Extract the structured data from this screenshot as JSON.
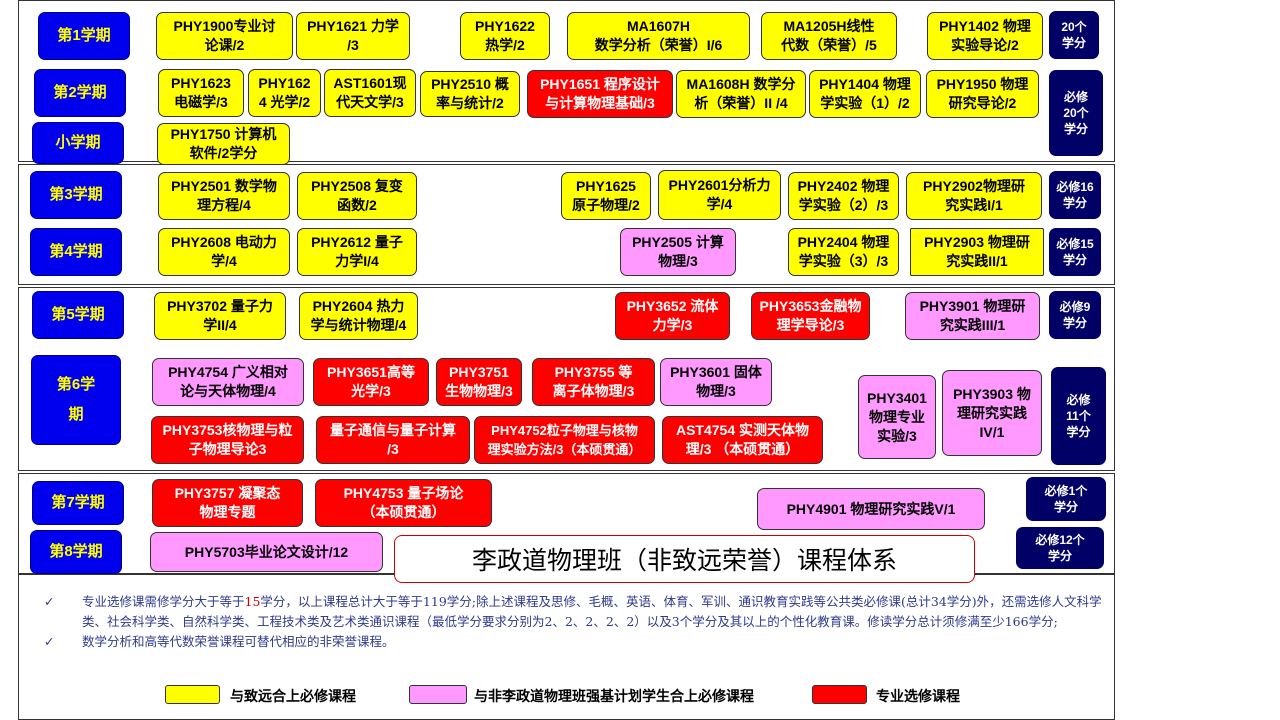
{
  "semesters": [
    {
      "id": "s1",
      "label": "第1学期"
    },
    {
      "id": "s2",
      "label": "第2学期"
    },
    {
      "id": "ss",
      "label": "小学期"
    },
    {
      "id": "s3",
      "label": "第3学期"
    },
    {
      "id": "s4",
      "label": "第4学期"
    },
    {
      "id": "s5",
      "label": "第5学期"
    },
    {
      "id": "s6",
      "label": "第6学\n期"
    },
    {
      "id": "s7",
      "label": "第7学期"
    },
    {
      "id": "s8",
      "label": "第8学期"
    }
  ],
  "credits": [
    {
      "id": "c1",
      "label": "20个\n学分"
    },
    {
      "id": "c2",
      "label": "必修\n20个\n学分"
    },
    {
      "id": "c3",
      "label": "必修16\n学分"
    },
    {
      "id": "c4",
      "label": "必修15\n学分"
    },
    {
      "id": "c5",
      "label": "必修9\n学分"
    },
    {
      "id": "c6",
      "label": "必修\n11个\n学分"
    },
    {
      "id": "c7",
      "label": "必修1个\n学分"
    },
    {
      "id": "c8",
      "label": "必修12个\n学分"
    }
  ],
  "courses": [
    {
      "id": "k1",
      "cat": "y",
      "label": "PHY1900专业讨\n论课/2"
    },
    {
      "id": "k2",
      "cat": "y",
      "label": "PHY1621 力学\n/3"
    },
    {
      "id": "k3",
      "cat": "y",
      "label": "PHY1622\n热学/2"
    },
    {
      "id": "k4",
      "cat": "y",
      "label": "MA1607H\n数学分析（荣誉）I/6"
    },
    {
      "id": "k5",
      "cat": "y",
      "label": "MA1205H线性\n代数（荣誉）/5"
    },
    {
      "id": "k6",
      "cat": "y",
      "label": "PHY1402 物理\n实验导论/2"
    },
    {
      "id": "k7",
      "cat": "y",
      "label": "PHY1623\n电磁学/3"
    },
    {
      "id": "k8",
      "cat": "y",
      "label": "PHY162\n4 光学/2"
    },
    {
      "id": "k9",
      "cat": "y",
      "label": "AST1601现\n代天文学/3"
    },
    {
      "id": "k10",
      "cat": "y",
      "label": "PHY2510 概\n率与统计/2"
    },
    {
      "id": "k11",
      "cat": "r",
      "label": "PHY1651 程序设计\n与计算物理基础/3"
    },
    {
      "id": "k12",
      "cat": "y",
      "label": "MA1608H 数学分\n析（荣誉）II /4"
    },
    {
      "id": "k13",
      "cat": "y",
      "label": "PHY1404 物理\n学实验（1）/2"
    },
    {
      "id": "k14",
      "cat": "y",
      "label": "PHY1950 物理\n研究导论/2"
    },
    {
      "id": "k15",
      "cat": "y",
      "label": "PHY1750 计算机\n软件/2学分"
    },
    {
      "id": "k16",
      "cat": "y",
      "label": "PHY2501 数学物\n理方程/4"
    },
    {
      "id": "k17",
      "cat": "y",
      "label": "PHY2508 复变\n函数/2"
    },
    {
      "id": "k18",
      "cat": "y",
      "label": "PHY1625\n原子物理/2"
    },
    {
      "id": "k19",
      "cat": "y",
      "label": "PHY2601分析力\n学/4"
    },
    {
      "id": "k20",
      "cat": "y",
      "label": "PHY2402 物理\n学实验（2）/3"
    },
    {
      "id": "k21",
      "cat": "y",
      "label": "PHY2902物理研\n究实践I/1"
    },
    {
      "id": "k22",
      "cat": "y",
      "label": "PHY2608 电动力\n学/4"
    },
    {
      "id": "k23",
      "cat": "y",
      "label": "PHY2612 量子\n力学I/4"
    },
    {
      "id": "k24",
      "cat": "p",
      "label": "PHY2505 计算\n物理/3"
    },
    {
      "id": "k25",
      "cat": "y",
      "label": "PHY2404 物理\n学实验（3）/3"
    },
    {
      "id": "k26",
      "cat": "y",
      "label": "PHY2903 物理研\n究实践II/1"
    },
    {
      "id": "k27",
      "cat": "y",
      "label": "PHY3702 量子力\n学II/4"
    },
    {
      "id": "k28",
      "cat": "y",
      "label": "PHY2604 热力\n学与统计物理/4"
    },
    {
      "id": "k29",
      "cat": "r",
      "label": "PHY3652 流体\n力学/3"
    },
    {
      "id": "k30",
      "cat": "r",
      "label": "PHY3653金融物\n理学导论/3"
    },
    {
      "id": "k31",
      "cat": "p",
      "label": "PHY3901 物理研\n究实践III/1"
    },
    {
      "id": "k32",
      "cat": "p",
      "label": "PHY4754 广义相对\n论与天体物理/4"
    },
    {
      "id": "k33",
      "cat": "r",
      "label": "PHY3651高等\n光学/3"
    },
    {
      "id": "k34",
      "cat": "r",
      "label": "PHY3751\n生物物理/3"
    },
    {
      "id": "k35",
      "cat": "r",
      "label": "PHY3755 等\n离子体物理/3"
    },
    {
      "id": "k36",
      "cat": "p",
      "label": "PHY3601 固体\n物理/3"
    },
    {
      "id": "k37",
      "cat": "p",
      "label": "PHY3401\n物理专业\n实验/3"
    },
    {
      "id": "k38",
      "cat": "p",
      "label": "PHY3903 物\n理研究实践\nIV/1"
    },
    {
      "id": "k39",
      "cat": "r",
      "label": "PHY3753核物理与粒\n子物理导论3"
    },
    {
      "id": "k40",
      "cat": "r",
      "label": "量子通信与量子计算\n/3"
    },
    {
      "id": "k41",
      "cat": "r",
      "label": "PHY4752粒子物理与核物\n理实验方法/3（本硕贯通）"
    },
    {
      "id": "k42",
      "cat": "r",
      "label": "AST4754 实测天体物\n理/3 （本硕贯通）"
    },
    {
      "id": "k43",
      "cat": "r",
      "label": "PHY3757 凝聚态\n物理专题"
    },
    {
      "id": "k44",
      "cat": "r",
      "label": "PHY4753 量子场论\n（本硕贯通）"
    },
    {
      "id": "k45",
      "cat": "p",
      "label": "PHY4901 物理研究实践V/1"
    },
    {
      "id": "k46",
      "cat": "p",
      "label": "PHY5703毕业论文设计/12"
    }
  ],
  "title": "李政道物理班（非致远荣誉）课程体系",
  "notes": {
    "check_mark": "✓",
    "n1_a": "专业选修课需修学分大于等于",
    "n1_hl": "15",
    "n1_b": "学分，以上课程总计大于等于119学分;除上述课程及思修、毛概、英语、体育、军训、通识教育实践等公共类必修课(总计34学分)外，还需选修人文科学类、社会科学类、自然科学类、工程技术类及艺术类通识课程（最低学分要求分别为2、2、2、2、2）以及3个学分及其以上的个性化教育课。修读学分总计须修满至少166学分;",
    "n2": "数学分析和高等代数荣誉课程可替代相应的非荣誉课程。"
  },
  "legend": [
    {
      "id": "l1",
      "label": "与致远合上必修课程",
      "color": "#ffff00"
    },
    {
      "id": "l2",
      "label": "与非李政道物理班强基计划学生合上必修课程",
      "color": "#ff99ff"
    },
    {
      "id": "l3",
      "label": "专业选修课程",
      "color": "#ff0000"
    }
  ]
}
